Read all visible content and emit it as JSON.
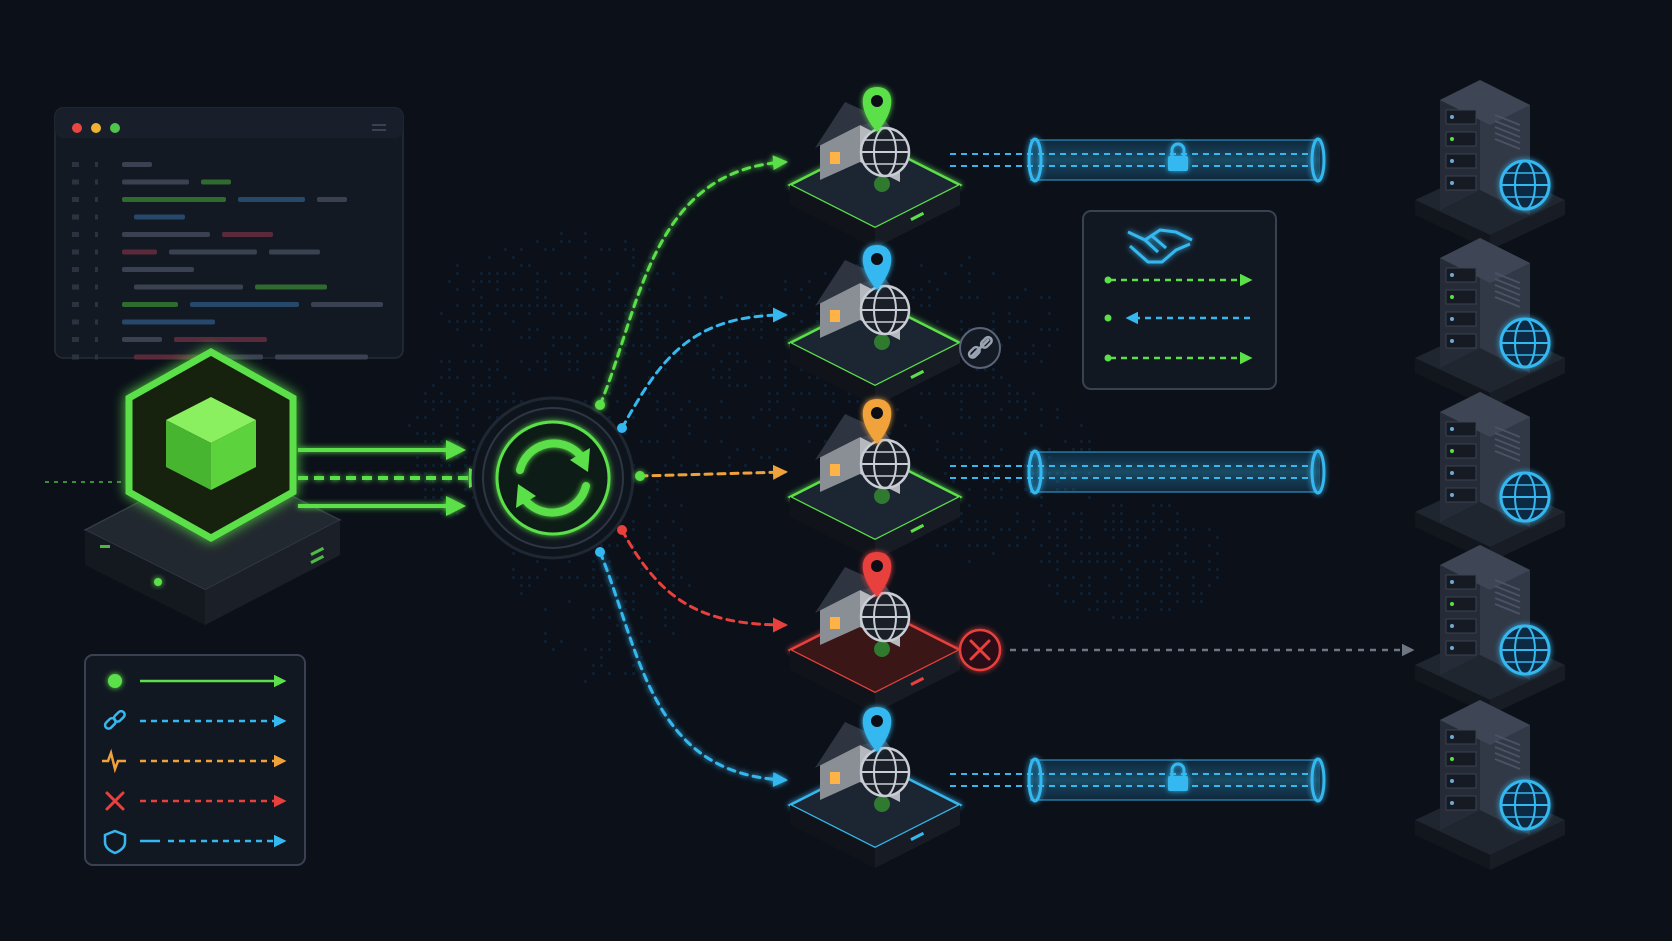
{
  "colors": {
    "background": "#0b1019",
    "green": "#5be04a",
    "blue": "#35b8f0",
    "orange": "#f0a23a",
    "red": "#e8403c",
    "gray": "#6e7683",
    "panel": "#141a24",
    "panel_border": "#3a4150"
  },
  "code_window": {
    "traffic_lights": [
      "#e8473f",
      "#f0b232",
      "#4fc54c"
    ],
    "line_count": 12
  },
  "source": {
    "icon": "green-cube-icon",
    "type": "residential proxy source node"
  },
  "rotator": {
    "icon": "rotate-arrows-icon"
  },
  "proxies": [
    {
      "status": "success",
      "pin_color": "green",
      "route_color": "green",
      "link": "encrypted-tunnel"
    },
    {
      "status": "handshake",
      "pin_color": "blue",
      "route_color": "blue",
      "link": "handshake"
    },
    {
      "status": "success",
      "pin_color": "orange",
      "route_color": "orange",
      "link": "tunnel"
    },
    {
      "status": "failed",
      "pin_color": "red",
      "route_color": "red",
      "link": "blocked"
    },
    {
      "status": "secure",
      "pin_color": "blue",
      "route_color": "blue",
      "link": "encrypted-tunnel"
    }
  ],
  "legend": [
    {
      "icon": "green-dot-icon",
      "color": "green",
      "style": "solid"
    },
    {
      "icon": "link-icon",
      "color": "blue",
      "style": "dashed"
    },
    {
      "icon": "pulse-icon",
      "color": "orange",
      "style": "dashed"
    },
    {
      "icon": "x-icon",
      "color": "red",
      "style": "dashed"
    },
    {
      "icon": "shield-icon",
      "color": "blue",
      "style": "mixed"
    }
  ],
  "handshake_panel": {
    "icon": "handshake-icon",
    "rows": [
      {
        "color": "green",
        "direction": "right"
      },
      {
        "color": "blue",
        "direction": "left"
      },
      {
        "color": "green",
        "direction": "right"
      }
    ]
  },
  "servers": [
    {
      "icon": "server-icon"
    },
    {
      "icon": "server-icon"
    },
    {
      "icon": "server-icon"
    },
    {
      "icon": "server-icon"
    },
    {
      "icon": "server-icon"
    }
  ]
}
